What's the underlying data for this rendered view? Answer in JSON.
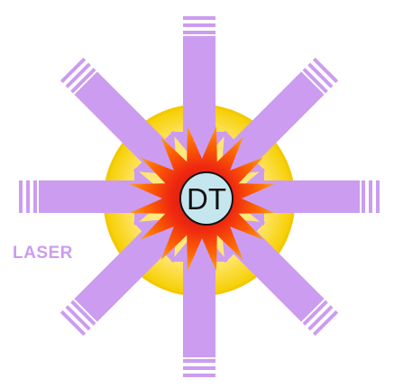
{
  "labels": {
    "laser": "LASER",
    "target": "DT"
  },
  "colors": {
    "beam": "#cc9cf0",
    "glow_outer": "#f7d300",
    "glow_inner": "#ffe879",
    "star_edge": "#ff6a00",
    "star_core": "#e01616",
    "pellet": "#c6e6ef",
    "pellet_outline": "#111111"
  },
  "beams": {
    "count": 8
  }
}
